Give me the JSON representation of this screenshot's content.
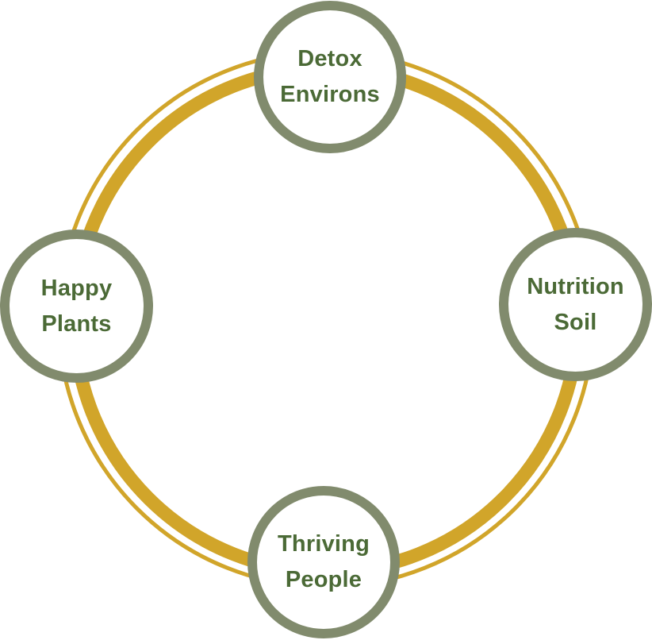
{
  "colors": {
    "ring": "#D1A52A",
    "node_border": "#818B6D",
    "node_text": "#4B6A36",
    "background": "#FFFFFF"
  },
  "nodes": {
    "top": {
      "line1": "Detox",
      "line2": "Environs"
    },
    "right": {
      "line1": "Nutrition",
      "line2": "Soil"
    },
    "bottom": {
      "line1": "Thriving",
      "line2": "People"
    },
    "left": {
      "line1": "Happy",
      "line2": "Plants"
    }
  }
}
